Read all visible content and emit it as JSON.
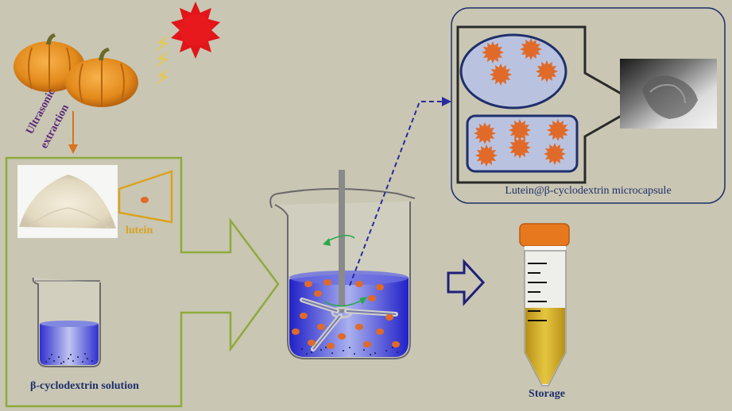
{
  "labels": {
    "ultrasonic": "Ultrasonic",
    "extraction": "extraction",
    "lutein": "lutein",
    "cyclodextrin_solution": "β-cyclodextrin solution",
    "microcapsule": "Lutein@β-cyclodextrin microcapsule",
    "storage": "Storage"
  },
  "colors": {
    "background": "#c9c6b3",
    "green_outline": "#8faa3c",
    "lutein_gold": "#d9a321",
    "sun_red": "#e0161a",
    "flash_yellow": "#e8c84a",
    "navy": "#1f2f6b",
    "solution_blue": "#3a3ad8",
    "particle_orange": "#e06a2a",
    "purple_text": "#5a2a7a",
    "orange_arrow": "#d8741f",
    "tube_cap": "#e8781e",
    "tube_liquid": "#d9b226"
  },
  "icons": [
    "pumpkin-icon",
    "sun-icon",
    "lightning-icon",
    "beaker-icon",
    "stirrer-icon",
    "centrifuge-tube-icon"
  ]
}
